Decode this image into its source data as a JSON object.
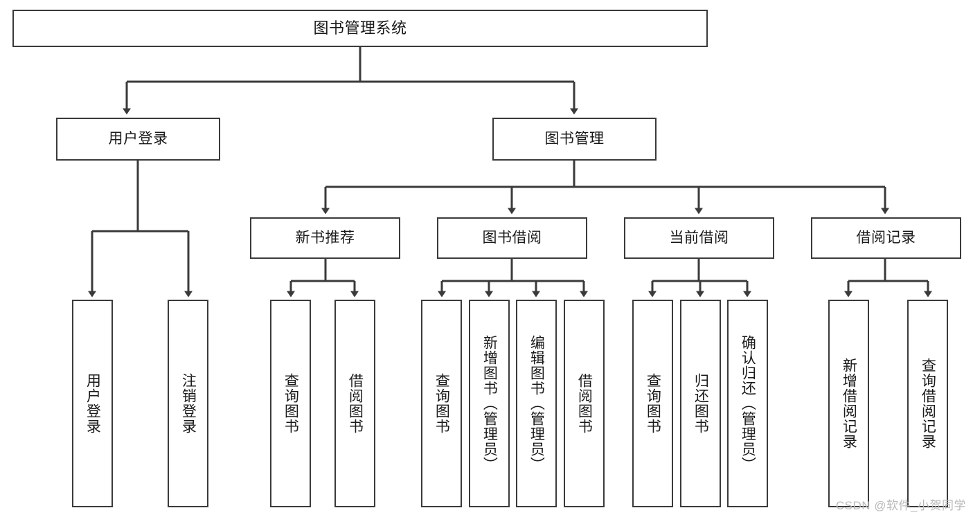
{
  "diagram": {
    "title": "图书管理系统",
    "watermark": "CSDN @软件_小贺同学",
    "colors": {
      "stroke": "#3a3a3a",
      "fill": "#ffffff",
      "text": "#1a1a1a",
      "watermark": "#b9b9b9"
    },
    "levels": {
      "root": {
        "label": "图书管理系统"
      },
      "level2": [
        {
          "label": "用户登录"
        },
        {
          "label": "图书管理"
        }
      ],
      "level3": [
        {
          "label": "新书推荐"
        },
        {
          "label": "图书借阅"
        },
        {
          "label": "当前借阅"
        },
        {
          "label": "借阅记录"
        }
      ],
      "leaves": {
        "user_login": [
          {
            "label": "用户登录"
          },
          {
            "label": "注销登录"
          }
        ],
        "new_book_recommend": [
          {
            "label": "查询图书"
          },
          {
            "label": "借阅图书"
          }
        ],
        "book_borrow": [
          {
            "label": "查询图书"
          },
          {
            "label": "新增图书（管理员）"
          },
          {
            "label": "编辑图书（管理员）"
          },
          {
            "label": "借阅图书"
          }
        ],
        "current_borrow": [
          {
            "label": "查询图书"
          },
          {
            "label": "归还图书"
          },
          {
            "label": "确认归还（管理员）"
          }
        ],
        "borrow_records": [
          {
            "label": "新增借阅记录"
          },
          {
            "label": "查询借阅记录"
          }
        ]
      }
    }
  }
}
